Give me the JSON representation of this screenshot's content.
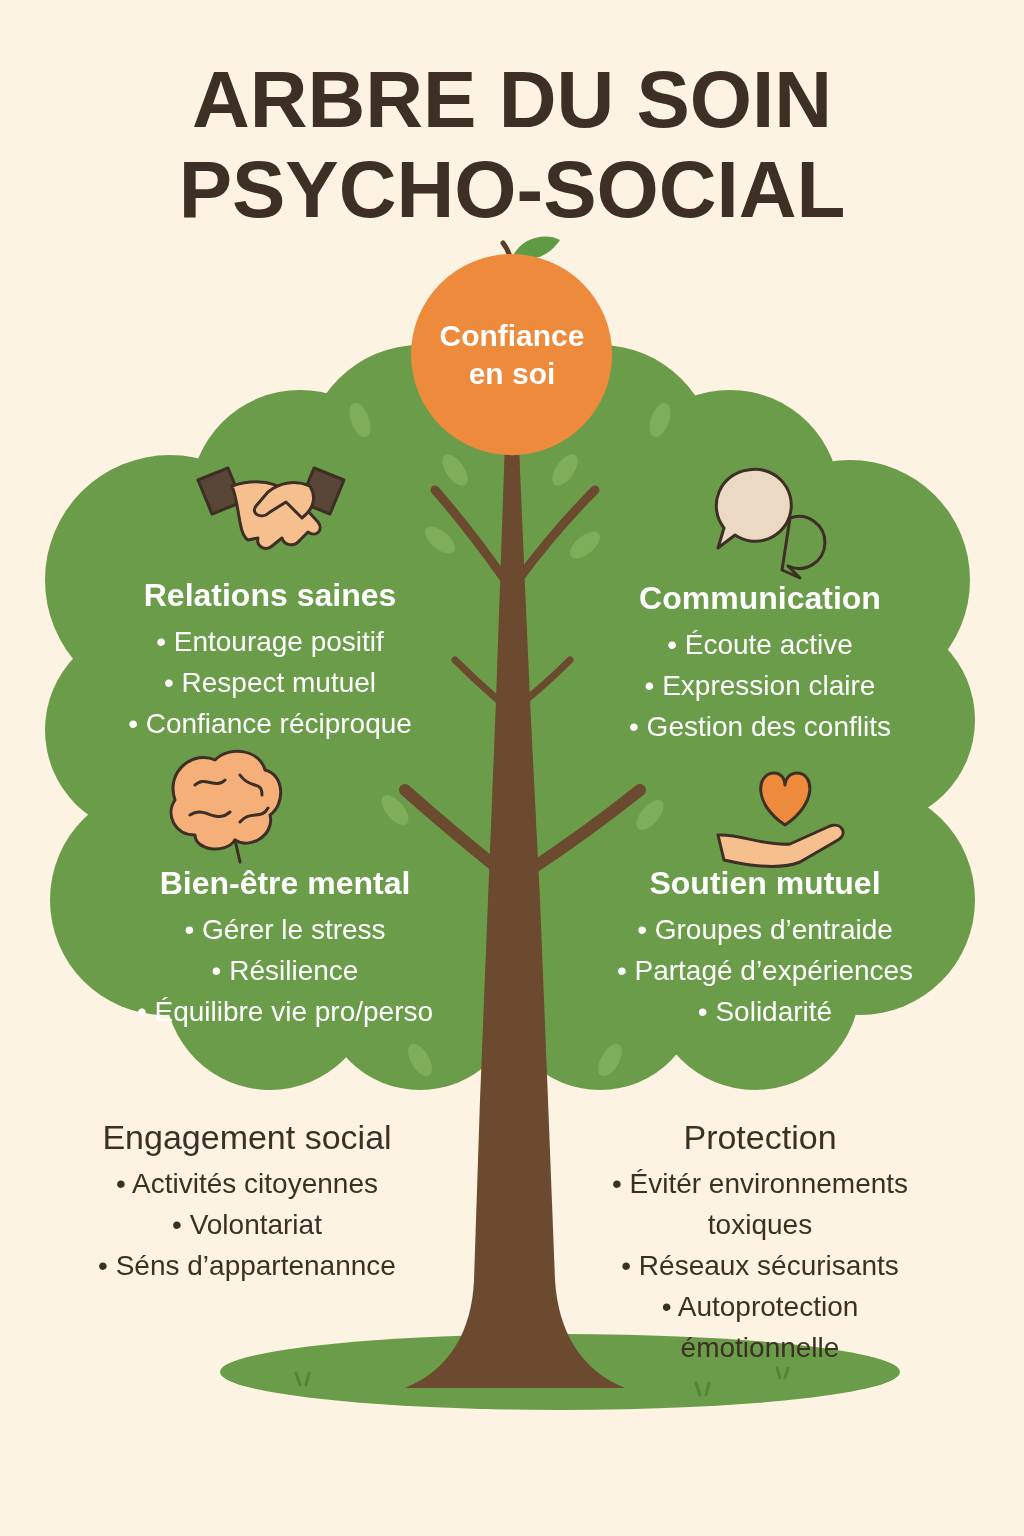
{
  "diagram": {
    "title": "ARBRE DU SOIN PSYCHO-SOCIAL",
    "nodes": [
      {
        "text": [
          "Confiance en soi"
        ]
      }
    ],
    "labels": [
      "Relations saines",
      "• Entourage positif",
      "• Respect mutuel",
      "• Confiance réciproque",
      "Communication",
      "• Écoute active",
      "• Expression claire",
      "• Gestion des conflits",
      "Bien-être mental",
      "• Gérer le stress",
      "• Résilience",
      "• Équilibre vie pro/perso",
      "Soutien mutuel",
      "• Groupes d’entraide",
      "• Partagé d’expériences",
      "• Solidarité",
      "Engagement social",
      "• Activités citoyennes",
      "• Volontariat",
      "• Séns d’appartenannce",
      "Protection",
      "• Évitér environnements toxiques",
      "• Réseaux sécurisants",
      "• Autoprotection émotionnelle"
    ]
  }
}
